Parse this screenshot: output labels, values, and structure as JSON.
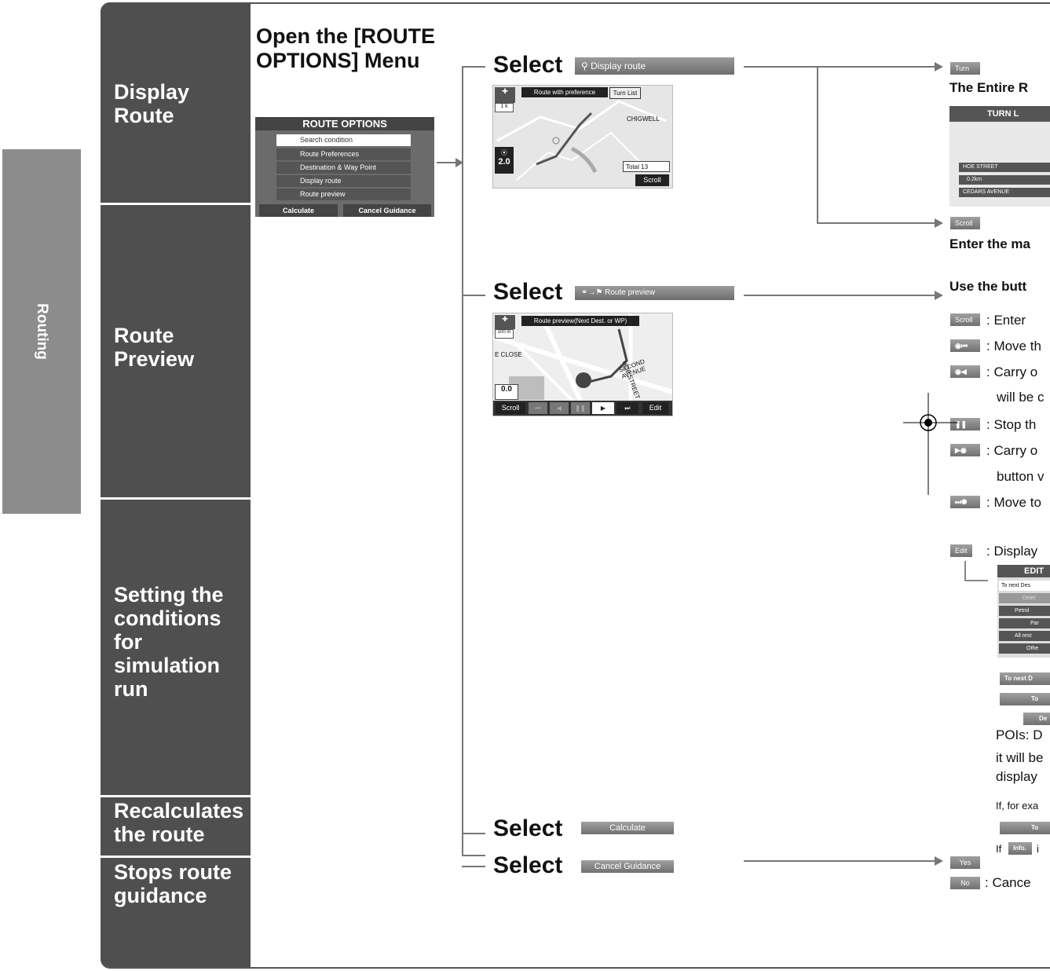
{
  "side_tab": "Routing",
  "sections": {
    "display_route": "Display Route",
    "route_preview": "Route Preview",
    "setting_conditions": "Setting the conditions for simulation run",
    "recalculates": "Recalculates the route",
    "stops": "Stops route guidance"
  },
  "open_menu_title": "Open the [ROUTE OPTIONS] Menu",
  "route_options_menu": {
    "header": "ROUTE OPTIONS",
    "items": [
      "Search condition",
      "Route Preferences",
      "Destination & Way Point",
      "Display route",
      "Route preview"
    ],
    "calculate": "Calculate",
    "cancel_guidance": "Cancel Guidance"
  },
  "select_label": "Select",
  "display_route_btn": "Display route",
  "route_preview_btn": "Route preview",
  "calculate_btn": "Calculate",
  "cancel_guidance_btn": "Cancel Guidance",
  "map1": {
    "label": "Route with preference",
    "turn_list": "Turn List",
    "scale": "1 k",
    "place": "CHIGWELL",
    "dist": "2.0",
    "total": "Total 13",
    "scroll": "Scroll"
  },
  "map2": {
    "label": "Route preview(Next Dest. or WP)",
    "scale": "100 m",
    "street1": "SECOND AVENUE",
    "street2": "HOE STREET",
    "street3": "E CLOSE",
    "dist": "0.0",
    "scroll": "Scroll",
    "edit": "Edit"
  },
  "right": {
    "turn_list_btn": "Turn List",
    "entire_text": "The Entire R",
    "turn_list_panel": "TURN L",
    "turn_rows": [
      "HOE STREET",
      "0.2km",
      "CEDARS AVENUE"
    ],
    "scroll_btn": "Scroll",
    "enter_text": "Enter the ma",
    "use_text": "Use the butt",
    "rows": [
      {
        "btn": "Scroll",
        "text": ": Enter"
      },
      {
        "btn": "",
        "text": ": Move th"
      },
      {
        "btn": "",
        "text": ": Carry o"
      },
      {
        "btn": "",
        "text": "will be c"
      },
      {
        "btn": "",
        "text": ": Stop th"
      },
      {
        "btn": "",
        "text": ": Carry o"
      },
      {
        "btn": "",
        "text": "button v"
      },
      {
        "btn": "",
        "text": ": Move to"
      }
    ],
    "edit_btn": "Edit",
    "display_text": ": Display",
    "edit_panel": {
      "header": "EDIT",
      "items": [
        "To next Des",
        "Delet",
        "Petrol",
        "Par",
        "All rest",
        "Othe"
      ]
    },
    "sub_btns": [
      "To next D",
      "To ne",
      "De"
    ],
    "pois_text": "POIs: D",
    "will_text": "it will be",
    "display_line": "display",
    "if_text": "If, for exa",
    "to_next_btn": "To ne",
    "if2_text": "If",
    "info_btn": "Info.",
    "if2_rest": "i",
    "yes_btn": "Yes",
    "no_btn": "No",
    "cancel_text": ": Cance"
  }
}
